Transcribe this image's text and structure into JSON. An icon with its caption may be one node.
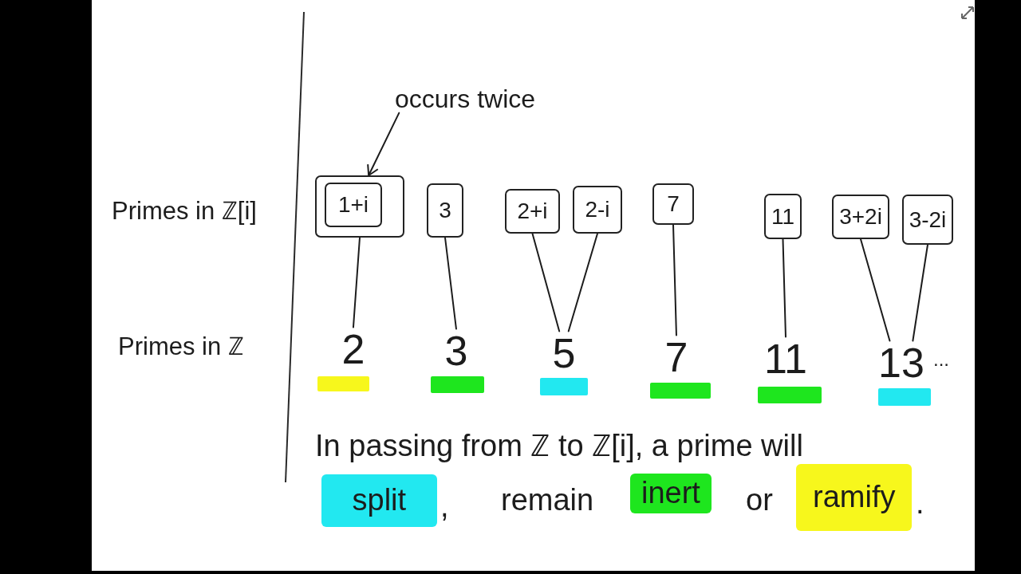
{
  "diagram": {
    "nodes": [
      {
        "text": [
          "occurs twice"
        ]
      },
      {
        "text": [
          "1+i"
        ]
      },
      {
        "text": [
          "3"
        ]
      },
      {
        "text": [
          "2+i"
        ]
      },
      {
        "text": [
          "2-i"
        ]
      },
      {
        "text": [
          "7"
        ]
      },
      {
        "text": [
          "11"
        ]
      },
      {
        "text": [
          "3+2i"
        ]
      },
      {
        "text": [
          "3-2i"
        ]
      },
      {
        "text": [
          "2"
        ]
      },
      {
        "text": [
          "3"
        ]
      },
      {
        "text": [
          "5"
        ]
      },
      {
        "text": [
          "7"
        ]
      },
      {
        "text": [
          "11"
        ]
      },
      {
        "text": [
          "13"
        ]
      },
      {
        "text": [],
        "shape": "bar"
      },
      {
        "text": [],
        "shape": "bar"
      },
      {
        "text": [],
        "shape": "bar"
      },
      {
        "text": [],
        "shape": "bar"
      },
      {
        "text": [],
        "shape": "bar"
      },
      {
        "text": [],
        "shape": "bar"
      }
    ],
    "edges": [
      {
        "from": 0,
        "to": 1,
        "arrow": "to"
      },
      {
        "from": 1,
        "to": 9,
        "arrow": "none"
      },
      {
        "from": 2,
        "to": 10,
        "arrow": "none"
      },
      {
        "from": 3,
        "to": 11,
        "arrow": "none"
      },
      {
        "from": 4,
        "to": 11,
        "arrow": "none"
      },
      {
        "from": 5,
        "to": 12,
        "arrow": "none"
      },
      {
        "from": 6,
        "to": 13,
        "arrow": "none"
      },
      {
        "from": 7,
        "to": 14,
        "arrow": "none"
      },
      {
        "from": 8,
        "to": 14,
        "arrow": "none"
      }
    ],
    "labels": [
      "Primes in ℤ[i]",
      "Primes in ℤ",
      "...",
      "In passing from ℤ to ℤ[i], a prime will",
      ",",
      "remain",
      "or",
      "."
    ],
    "legend": [
      {
        "text": "split",
        "color": "#22e8f0"
      },
      {
        "text": "inert",
        "color": "#1ee61e"
      },
      {
        "text": "ramify",
        "color": "#f7f71c"
      }
    ]
  }
}
